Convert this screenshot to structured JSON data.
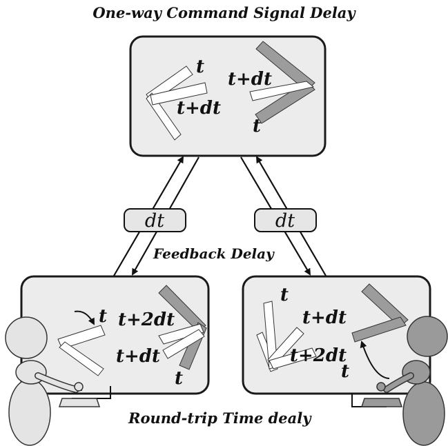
{
  "titles": {
    "top": "One-way Command Signal Delay",
    "feedback": "Feedback Delay",
    "bottom": "Round-trip Time dealy"
  },
  "delay_boxes": {
    "left": "dt",
    "right": "dt"
  },
  "top_panel": {
    "label_t_white": "t",
    "label_t_plus_dt_white": "t+dt",
    "label_t_plus_dt_gray": "t+dt",
    "label_t_gray": "t"
  },
  "left_panel": {
    "label_t": "t",
    "label_t_plus_2dt": "t+2dt",
    "label_t_plus_dt": "t+dt",
    "label_t_bottom": "t"
  },
  "right_panel": {
    "label_t_top": "t",
    "label_t_plus_dt": "t+dt",
    "label_t_plus_2dt": "t+2dt",
    "label_t_bottom": "t"
  },
  "colors": {
    "panel_fill": "#ececec",
    "panel_stroke": "#1a1a1a",
    "gray_arm": "#9c9c9c",
    "white_arm": "#ffffff",
    "operator_light": "#e4e4e4",
    "operator_dark": "#9a9a9a"
  }
}
